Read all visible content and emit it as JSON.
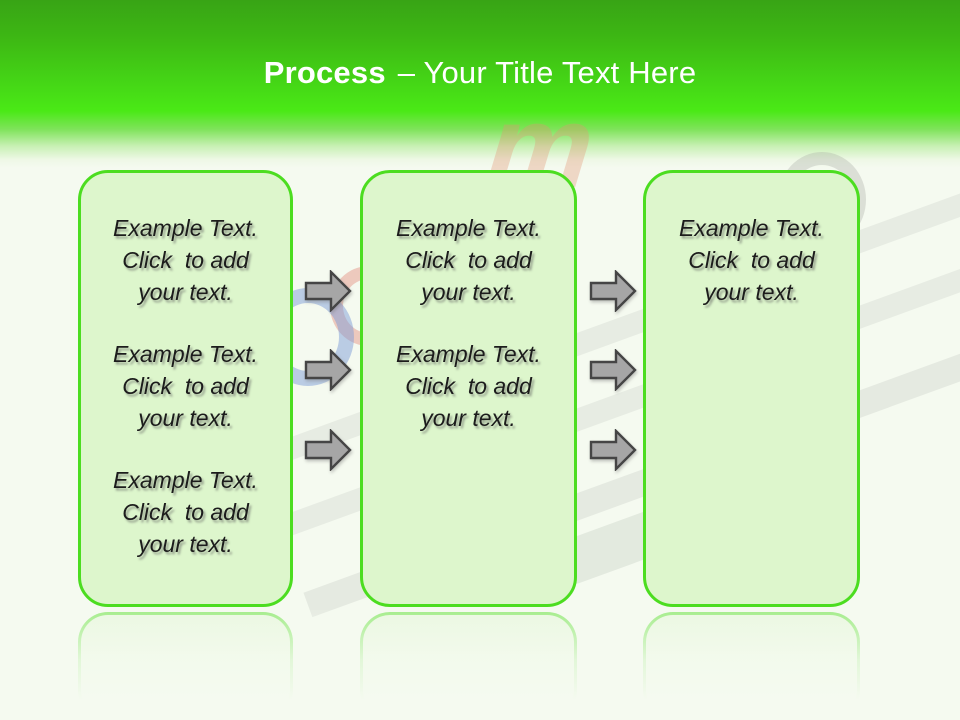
{
  "title": {
    "bold": "Process",
    "rest": "– Your Title Text Here"
  },
  "boxes": [
    {
      "paragraphs": [
        "Example Text.\nClick  to add\nyour text.",
        "Example Text.\nClick  to add\nyour text.",
        "Example Text.\nClick  to add\nyour text."
      ]
    },
    {
      "paragraphs": [
        "Example Text.\nClick  to add\nyour text.",
        "Example Text.\nClick  to add\nyour text."
      ]
    },
    {
      "paragraphs": [
        "Example Text.\nClick  to add\nyour text."
      ]
    }
  ],
  "arrows": {
    "per_gap": 3,
    "icon": "right-arrow-icon"
  },
  "watermark": {
    "letter": "m"
  },
  "colors": {
    "header_green_top": "#38a415",
    "header_green_bright": "#4ae916",
    "box_fill": "#ddf6cc",
    "box_border": "#4cdd20",
    "arrow_fill": "#a6a6a6",
    "arrow_outline": "#454545",
    "title_text": "#ffffff",
    "body_text": "#1c1c1c"
  }
}
